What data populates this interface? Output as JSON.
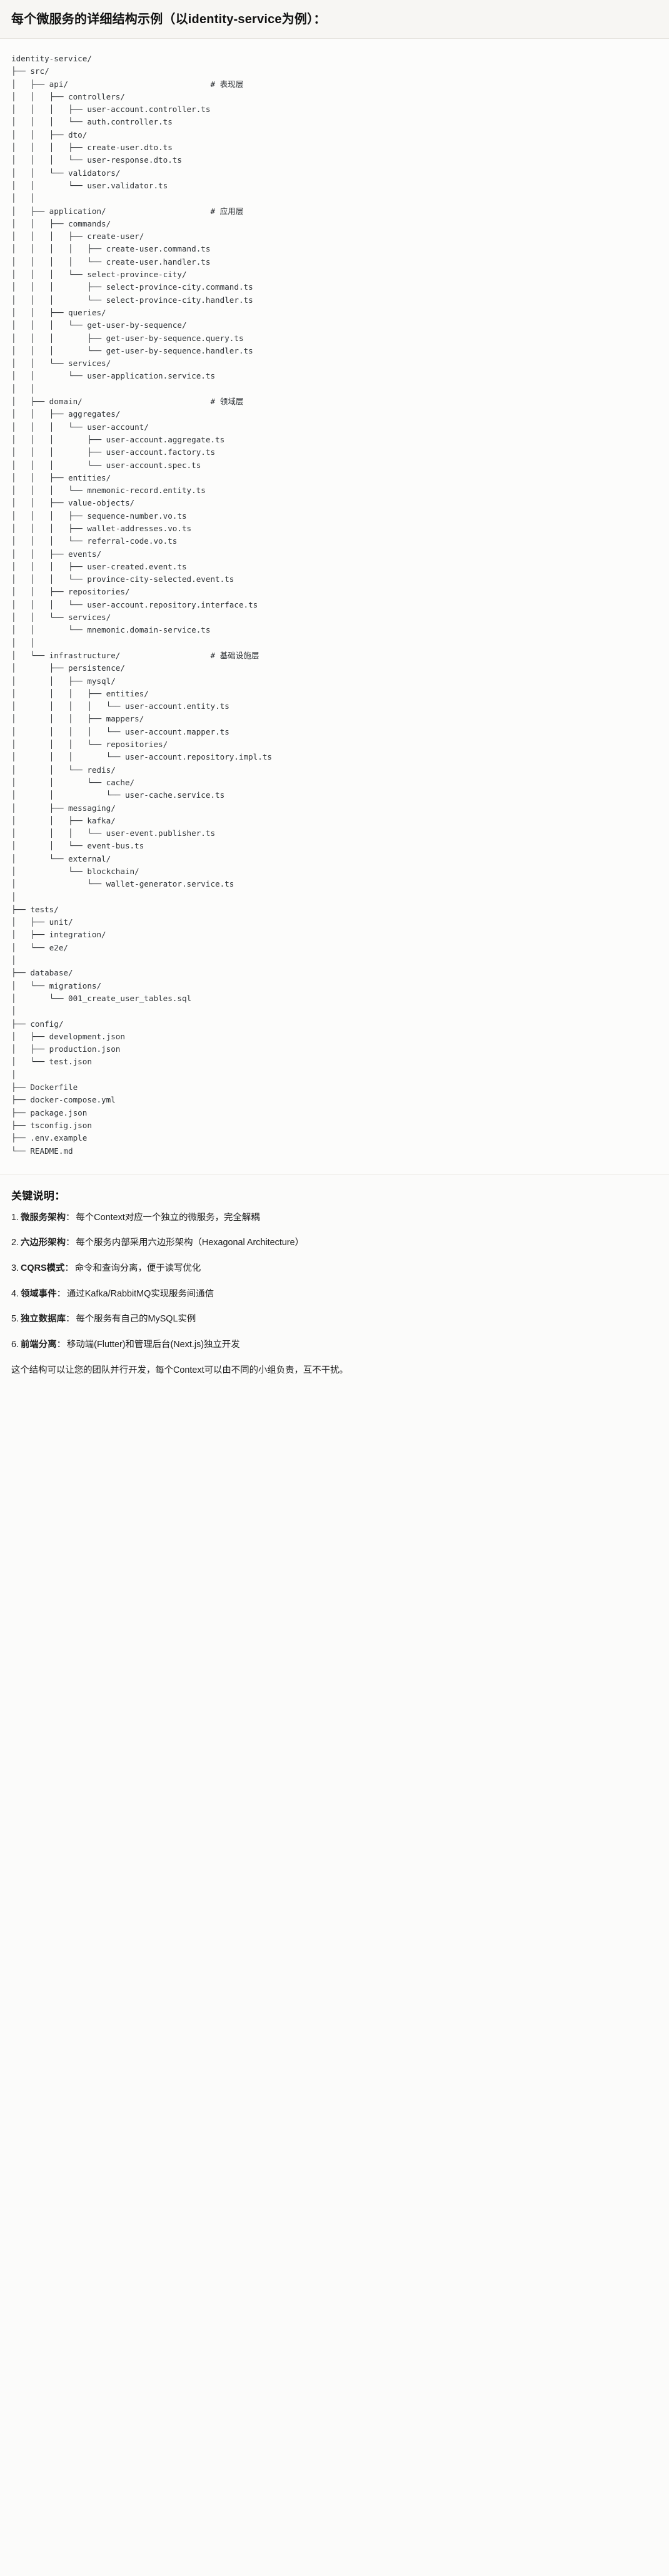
{
  "header": {
    "title": "每个微服务的详细结构示例（以identity-service为例）："
  },
  "tree": {
    "root": "identity-service/",
    "lines": [
      {
        "prefix": "identity-service/",
        "comment": ""
      },
      {
        "prefix": "├── src/",
        "comment": ""
      },
      {
        "prefix": "│   ├── api/",
        "comment": "# 表现层"
      },
      {
        "prefix": "│   │   ├── controllers/",
        "comment": ""
      },
      {
        "prefix": "│   │   │   ├── user-account.controller.ts",
        "comment": ""
      },
      {
        "prefix": "│   │   │   └── auth.controller.ts",
        "comment": ""
      },
      {
        "prefix": "│   │   ├── dto/",
        "comment": ""
      },
      {
        "prefix": "│   │   │   ├── create-user.dto.ts",
        "comment": ""
      },
      {
        "prefix": "│   │   │   └── user-response.dto.ts",
        "comment": ""
      },
      {
        "prefix": "│   │   └── validators/",
        "comment": ""
      },
      {
        "prefix": "│   │       └── user.validator.ts",
        "comment": ""
      },
      {
        "prefix": "│   │",
        "comment": ""
      },
      {
        "prefix": "│   ├── application/",
        "comment": "# 应用层"
      },
      {
        "prefix": "│   │   ├── commands/",
        "comment": ""
      },
      {
        "prefix": "│   │   │   ├── create-user/",
        "comment": ""
      },
      {
        "prefix": "│   │   │   │   ├── create-user.command.ts",
        "comment": ""
      },
      {
        "prefix": "│   │   │   │   └── create-user.handler.ts",
        "comment": ""
      },
      {
        "prefix": "│   │   │   └── select-province-city/",
        "comment": ""
      },
      {
        "prefix": "│   │   │       ├── select-province-city.command.ts",
        "comment": ""
      },
      {
        "prefix": "│   │   │       └── select-province-city.handler.ts",
        "comment": ""
      },
      {
        "prefix": "│   │   ├── queries/",
        "comment": ""
      },
      {
        "prefix": "│   │   │   └── get-user-by-sequence/",
        "comment": ""
      },
      {
        "prefix": "│   │   │       ├── get-user-by-sequence.query.ts",
        "comment": ""
      },
      {
        "prefix": "│   │   │       └── get-user-by-sequence.handler.ts",
        "comment": ""
      },
      {
        "prefix": "│   │   └── services/",
        "comment": ""
      },
      {
        "prefix": "│   │       └── user-application.service.ts",
        "comment": ""
      },
      {
        "prefix": "│   │",
        "comment": ""
      },
      {
        "prefix": "│   ├── domain/",
        "comment": "# 领域层"
      },
      {
        "prefix": "│   │   ├── aggregates/",
        "comment": ""
      },
      {
        "prefix": "│   │   │   └── user-account/",
        "comment": ""
      },
      {
        "prefix": "│   │   │       ├── user-account.aggregate.ts",
        "comment": ""
      },
      {
        "prefix": "│   │   │       ├── user-account.factory.ts",
        "comment": ""
      },
      {
        "prefix": "│   │   │       └── user-account.spec.ts",
        "comment": ""
      },
      {
        "prefix": "│   │   ├── entities/",
        "comment": ""
      },
      {
        "prefix": "│   │   │   └── mnemonic-record.entity.ts",
        "comment": ""
      },
      {
        "prefix": "│   │   ├── value-objects/",
        "comment": ""
      },
      {
        "prefix": "│   │   │   ├── sequence-number.vo.ts",
        "comment": ""
      },
      {
        "prefix": "│   │   │   ├── wallet-addresses.vo.ts",
        "comment": ""
      },
      {
        "prefix": "│   │   │   └── referral-code.vo.ts",
        "comment": ""
      },
      {
        "prefix": "│   │   ├── events/",
        "comment": ""
      },
      {
        "prefix": "│   │   │   ├── user-created.event.ts",
        "comment": ""
      },
      {
        "prefix": "│   │   │   └── province-city-selected.event.ts",
        "comment": ""
      },
      {
        "prefix": "│   │   ├── repositories/",
        "comment": ""
      },
      {
        "prefix": "│   │   │   └── user-account.repository.interface.ts",
        "comment": ""
      },
      {
        "prefix": "│   │   └── services/",
        "comment": ""
      },
      {
        "prefix": "│   │       └── mnemonic.domain-service.ts",
        "comment": ""
      },
      {
        "prefix": "│   │",
        "comment": ""
      },
      {
        "prefix": "│   └── infrastructure/",
        "comment": "# 基础设施层"
      },
      {
        "prefix": "│       ├── persistence/",
        "comment": ""
      },
      {
        "prefix": "│       │   ├── mysql/",
        "comment": ""
      },
      {
        "prefix": "│       │   │   ├── entities/",
        "comment": ""
      },
      {
        "prefix": "│       │   │   │   └── user-account.entity.ts",
        "comment": ""
      },
      {
        "prefix": "│       │   │   ├── mappers/",
        "comment": ""
      },
      {
        "prefix": "│       │   │   │   └── user-account.mapper.ts",
        "comment": ""
      },
      {
        "prefix": "│       │   │   └── repositories/",
        "comment": ""
      },
      {
        "prefix": "│       │   │       └── user-account.repository.impl.ts",
        "comment": ""
      },
      {
        "prefix": "│       │   └── redis/",
        "comment": ""
      },
      {
        "prefix": "│       │       └── cache/",
        "comment": ""
      },
      {
        "prefix": "│       │           └── user-cache.service.ts",
        "comment": ""
      },
      {
        "prefix": "│       ├── messaging/",
        "comment": ""
      },
      {
        "prefix": "│       │   ├── kafka/",
        "comment": ""
      },
      {
        "prefix": "│       │   │   └── user-event.publisher.ts",
        "comment": ""
      },
      {
        "prefix": "│       │   └── event-bus.ts",
        "comment": ""
      },
      {
        "prefix": "│       └── external/",
        "comment": ""
      },
      {
        "prefix": "│           └── blockchain/",
        "comment": ""
      },
      {
        "prefix": "│               └── wallet-generator.service.ts",
        "comment": ""
      },
      {
        "prefix": "│",
        "comment": ""
      },
      {
        "prefix": "├── tests/",
        "comment": ""
      },
      {
        "prefix": "│   ├── unit/",
        "comment": ""
      },
      {
        "prefix": "│   ├── integration/",
        "comment": ""
      },
      {
        "prefix": "│   └── e2e/",
        "comment": ""
      },
      {
        "prefix": "│",
        "comment": ""
      },
      {
        "prefix": "├── database/",
        "comment": ""
      },
      {
        "prefix": "│   └── migrations/",
        "comment": ""
      },
      {
        "prefix": "│       └── 001_create_user_tables.sql",
        "comment": ""
      },
      {
        "prefix": "│",
        "comment": ""
      },
      {
        "prefix": "├── config/",
        "comment": ""
      },
      {
        "prefix": "│   ├── development.json",
        "comment": ""
      },
      {
        "prefix": "│   ├── production.json",
        "comment": ""
      },
      {
        "prefix": "│   └── test.json",
        "comment": ""
      },
      {
        "prefix": "│",
        "comment": ""
      },
      {
        "prefix": "├── Dockerfile",
        "comment": ""
      },
      {
        "prefix": "├── docker-compose.yml",
        "comment": ""
      },
      {
        "prefix": "├── package.json",
        "comment": ""
      },
      {
        "prefix": "├── tsconfig.json",
        "comment": ""
      },
      {
        "prefix": "├── .env.example",
        "comment": ""
      },
      {
        "prefix": "└── README.md",
        "comment": ""
      }
    ]
  },
  "notes": {
    "title": "关键说明：",
    "items": [
      {
        "num": "1.",
        "term": "微服务架构",
        "sep": "：",
        "desc": "每个Context对应一个独立的微服务，完全解耦"
      },
      {
        "num": "2.",
        "term": "六边形架构",
        "sep": "：",
        "desc": "每个服务内部采用六边形架构（Hexagonal Architecture）"
      },
      {
        "num": "3.",
        "term": "CQRS模式",
        "sep": "：",
        "desc": "命令和查询分离，便于读写优化"
      },
      {
        "num": "4.",
        "term": "领域事件",
        "sep": "：",
        "desc": "通过Kafka/RabbitMQ实现服务间通信"
      },
      {
        "num": "5.",
        "term": "独立数据库",
        "sep": "：",
        "desc": "每个服务有自己的MySQL实例"
      },
      {
        "num": "6.",
        "term": "前端分离",
        "sep": "：",
        "desc": "移动端(Flutter)和管理后台(Next.js)独立开发"
      }
    ],
    "closing": "这个结构可以让您的团队并行开发，每个Context可以由不同的小组负责，互不干扰。"
  },
  "colors": {
    "page_bg": "#fbfbfa",
    "header_bg": "#f7f6f3",
    "divider": "#e6e4df",
    "tree_text": "#2f3337",
    "body_text": "#1f1f1f"
  }
}
